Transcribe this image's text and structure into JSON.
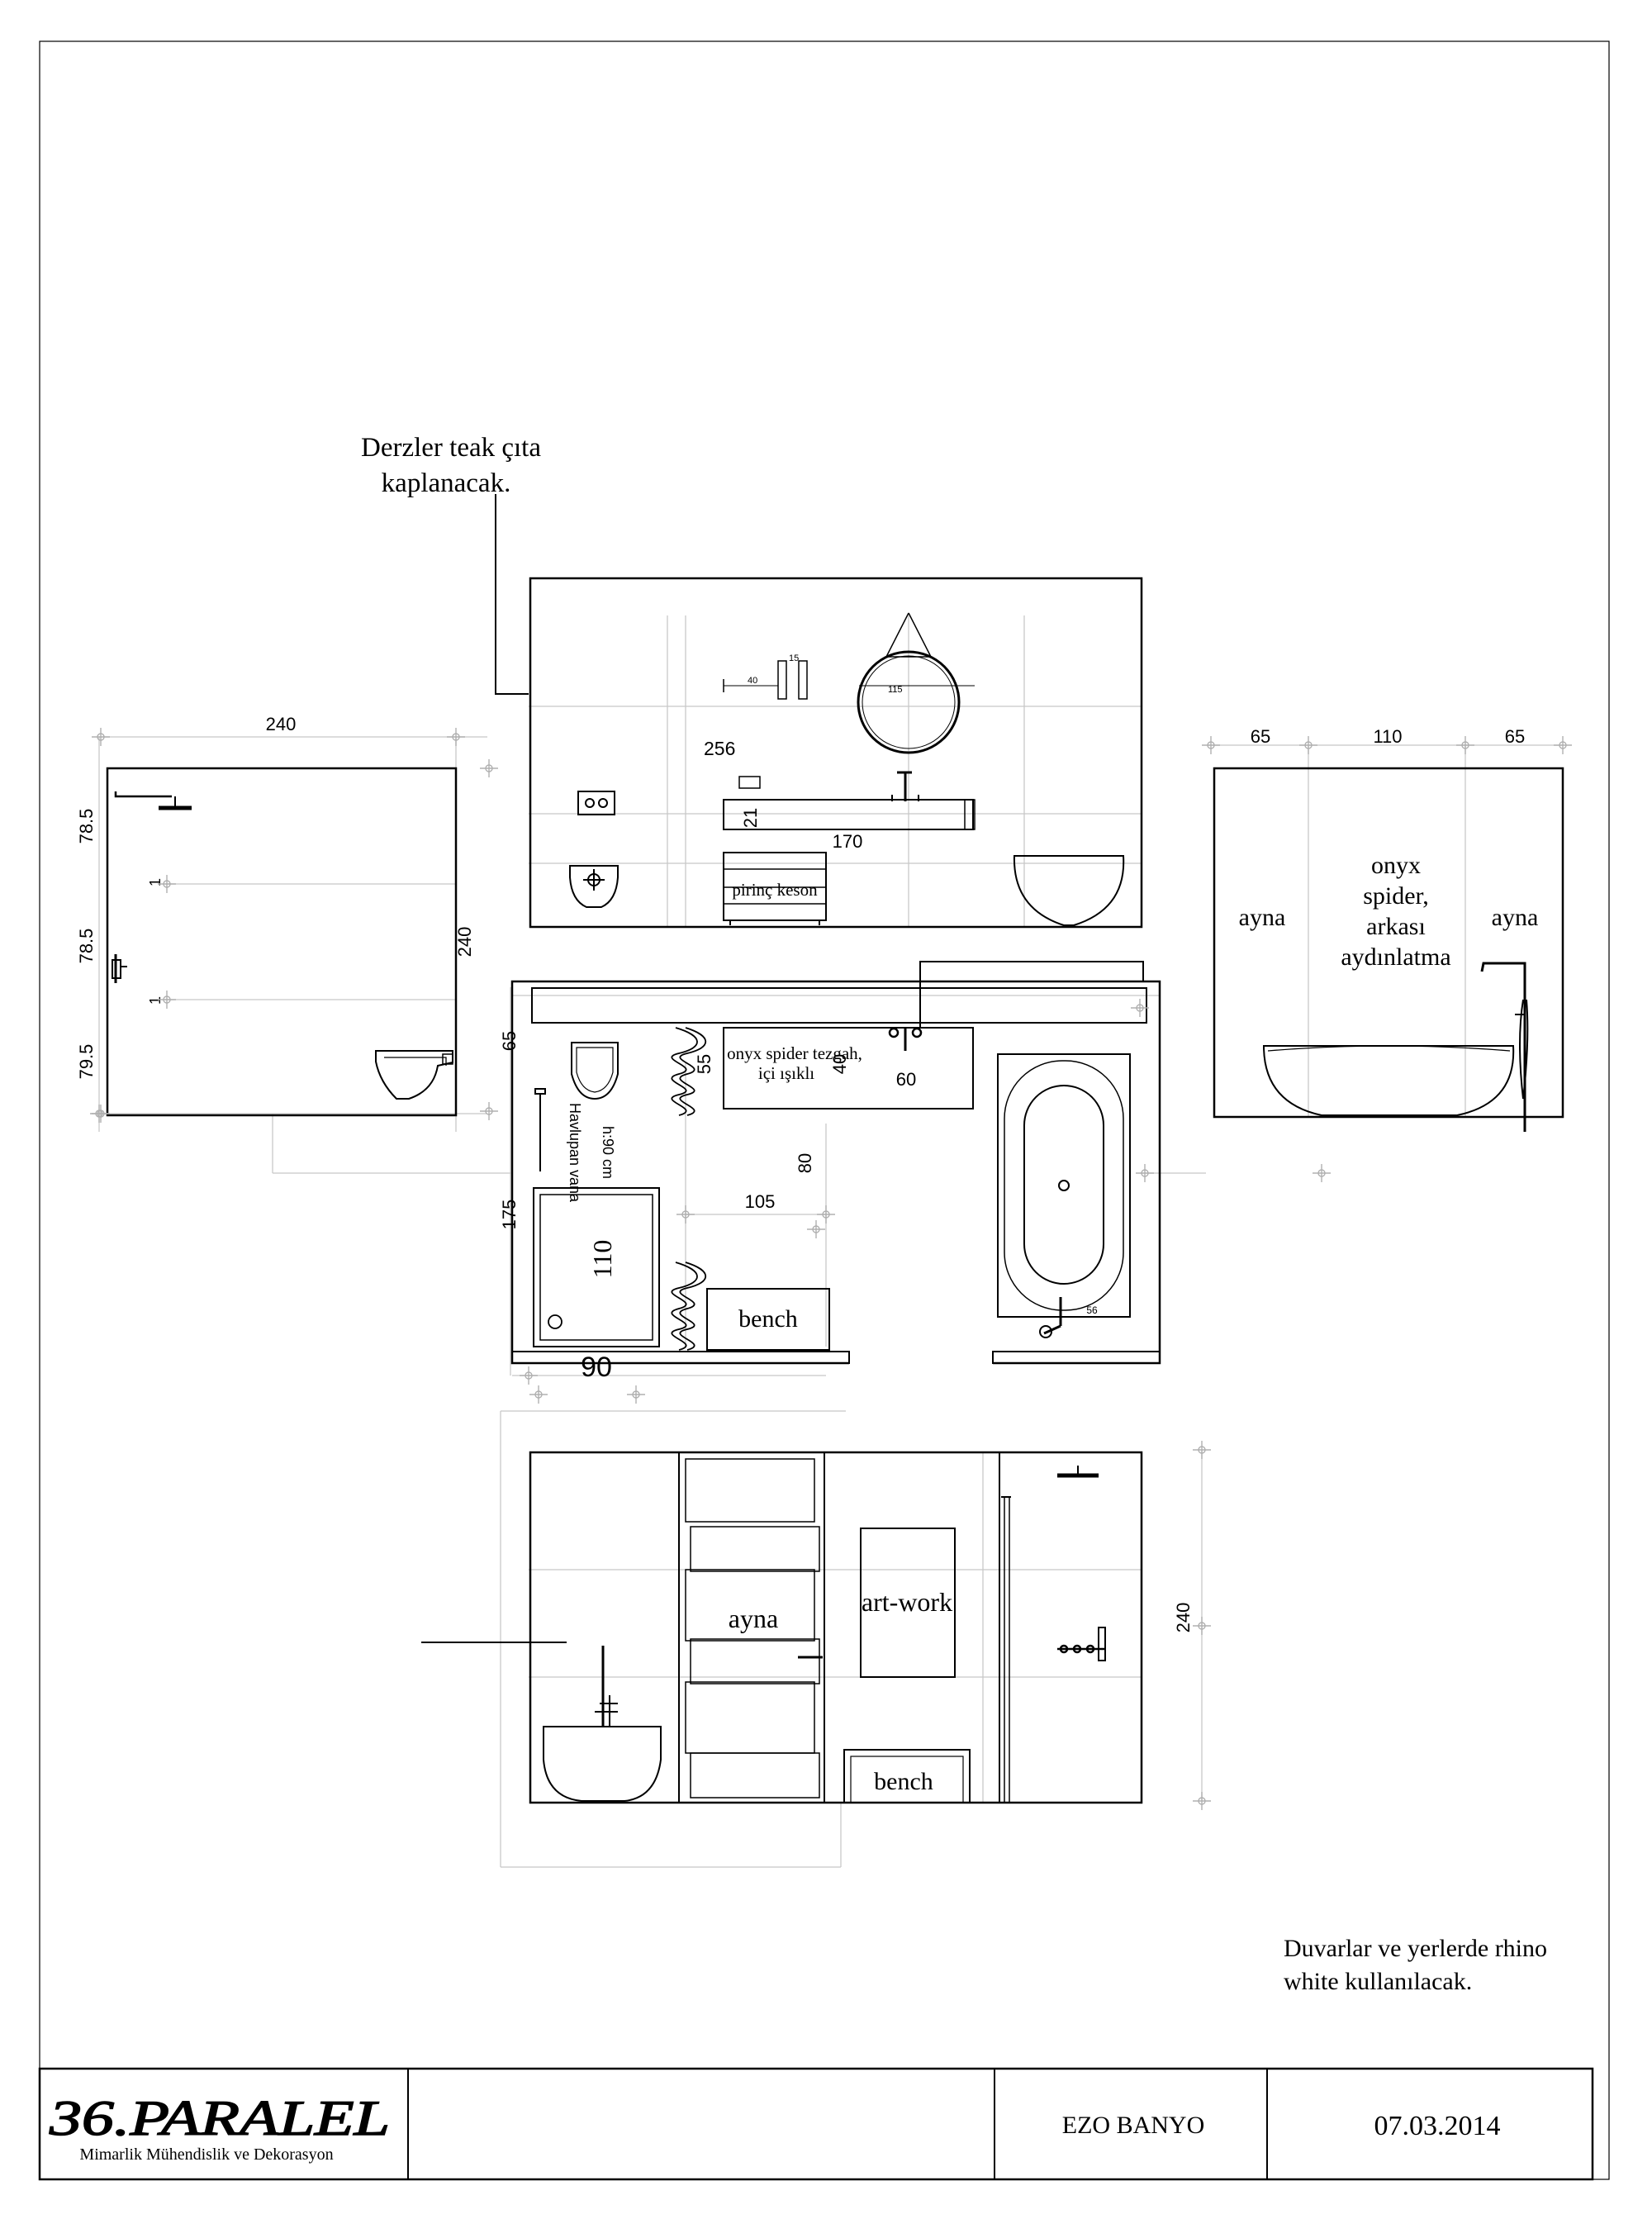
{
  "notes": {
    "derzler_line1": "Derzler teak çıta",
    "derzler_line2": "kaplanacak.",
    "duvarlar_line1": "Duvarlar ve yerlerde rhino",
    "duvarlar_line2": "white kullanılacak."
  },
  "left_elevation": {
    "width": "240",
    "height": "240",
    "seg_top": "78.5",
    "seg_mid": "78.5",
    "seg_bottom": "79.5",
    "one_a": "1",
    "one_b": "1"
  },
  "top_elevation": {
    "dim_256": "256",
    "dim_21": "21",
    "dim_170": "170",
    "dim_40": "40",
    "dim_15": "15",
    "dim_115": "115",
    "label_pirinc": "pirinç keson"
  },
  "right_elevation": {
    "seg_left": "65",
    "seg_mid": "110",
    "seg_right": "65",
    "label_ayna_left": "ayna",
    "label_ayna_right": "ayna",
    "onyx_l1": "onyx",
    "onyx_l2": "spider,",
    "onyx_l3": "arkası",
    "onyx_l4": "aydınlatma"
  },
  "plan": {
    "dim_65": "65",
    "dim_175": "175",
    "dim_55": "55",
    "dim_40": "40",
    "dim_60": "60",
    "dim_80": "80",
    "dim_105": "105",
    "dim_110": "110",
    "dim_90": "90",
    "dim_56": "56",
    "tezgah_l1": "onyx spider tezgah,",
    "tezgah_l2": "içi ışıklı",
    "havlupan_l1": "Havlupan vana",
    "havlupan_l2": "h:90 cm",
    "bench": "bench"
  },
  "bottom_elevation": {
    "height": "240",
    "ayna": "ayna",
    "artwork": "art-work",
    "bench": "bench"
  },
  "title_block": {
    "logo": "36.PARALEL",
    "logo_sub": "Mimarlik Mühendislik ve Dekorasyon",
    "project": "EZO BANYO",
    "date": "07.03.2014"
  }
}
